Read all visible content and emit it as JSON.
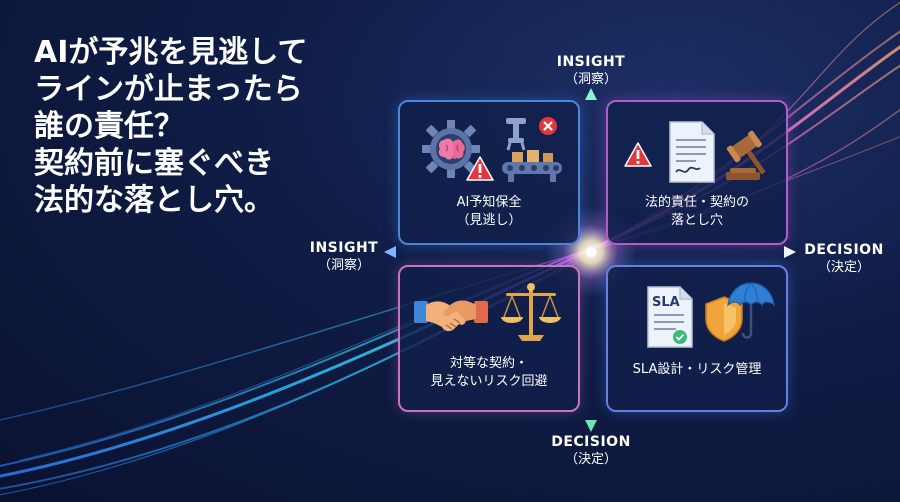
{
  "headline": [
    "AIが予兆を見逃して",
    "ラインが止まったら",
    "誰の責任？",
    "契約前に塞ぐべき",
    "法的な落とし穴。"
  ],
  "axes": {
    "top": {
      "title": "INSIGHT",
      "sub": "（洞察）"
    },
    "left": {
      "title": "INSIGHT",
      "sub": "（洞察）"
    },
    "right": {
      "title": "DECISION",
      "sub": "（決定）"
    },
    "bottom": {
      "title": "DECISION",
      "sub": "（決定）"
    }
  },
  "quadrants": [
    {
      "lines": [
        "AI予知保全",
        "（見逃し）"
      ],
      "icons": [
        "gear-brain-icon",
        "warning-icon",
        "robot-conveyor-icon"
      ]
    },
    {
      "lines": [
        "法的責任・契約の",
        "落とし穴"
      ],
      "icons": [
        "warning-icon",
        "contract-document-icon",
        "gavel-icon"
      ]
    },
    {
      "lines": [
        "対等な契約・",
        "見えないリスク回避"
      ],
      "icons": [
        "handshake-icon",
        "scales-icon"
      ]
    },
    {
      "lines": [
        "SLA設計・リスク管理"
      ],
      "icons": [
        "sla-document-icon",
        "shield-icon",
        "umbrella-icon"
      ]
    }
  ],
  "sla_doc_text": "SLA",
  "colors": {
    "background": "#0f1c45",
    "accent_blue": "#4d86d9",
    "accent_purple": "#b05fc9",
    "axis_green": "#7ef0c0",
    "warning_red": "#e0383e"
  }
}
